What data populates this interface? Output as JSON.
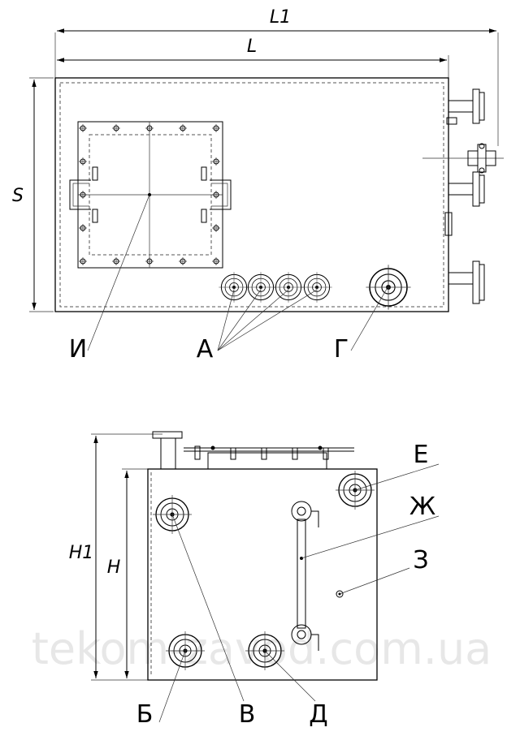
{
  "dimensions": {
    "overall_length": "L1",
    "length": "L",
    "width": "S",
    "overall_height": "H1",
    "height": "H"
  },
  "callouts_top": {
    "inspection_hatch": "И",
    "nozzles_group": "А",
    "large_nozzle": "Г"
  },
  "callouts_front": {
    "top_right_nozzle": "Е",
    "level_gauge": "Ж",
    "small_fitting": "З",
    "bottom_left_nozzle": "Б",
    "top_left_nozzle": "В",
    "bottom_middle_nozzle": "Д"
  },
  "watermark": "tekom-zavod.com.ua"
}
